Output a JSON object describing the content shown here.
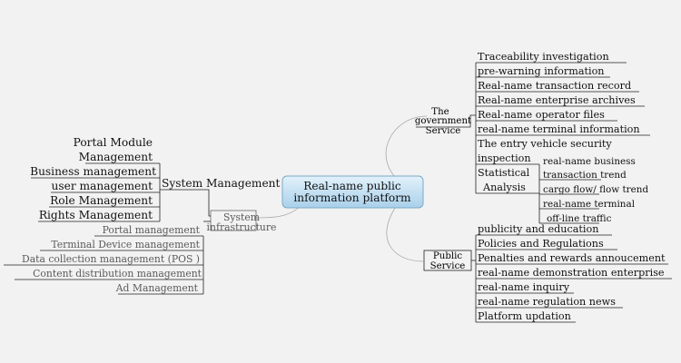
{
  "central": {
    "line1": "Real-name public",
    "line2": "information platform"
  },
  "government": {
    "label": {
      "line1": "The",
      "line2": "government",
      "line3": "Service"
    },
    "items": [
      "Traceability investigation",
      "pre-warning information",
      "Real-name transaction record",
      "Real-name enterprise archives",
      "Real-name operator files",
      "real-name terminal information",
      "The entry vehicle security",
      "inspection"
    ],
    "statistical": {
      "label": {
        "line1": "Statistical",
        "line2": "Analysis"
      },
      "items": [
        "real-name business",
        "transaction trend",
        "cargo flow/ flow trend",
        "real-name terminal",
        "off-line traffic"
      ]
    }
  },
  "public": {
    "label": {
      "line1": "Public",
      "line2": "Service"
    },
    "items": [
      "publicity and education",
      "Policies and Regulations",
      "Penalties and rewards annoucement",
      "real-name demonstration enterprise",
      "real-name inquiry",
      "real-name regulation news",
      "Platform updation"
    ]
  },
  "infrastructure": {
    "label": {
      "line1": "System",
      "line2": "infrastructure"
    },
    "items": [
      "Portal management",
      "Terminal Device management",
      "Data collection management (POS )",
      "Content distribution management",
      "Ad Management"
    ]
  },
  "system_management": {
    "label": "System Management",
    "items": [
      "Portal Module",
      "Management",
      "Business management",
      "user management",
      "Role Management",
      "Rights Management"
    ]
  }
}
